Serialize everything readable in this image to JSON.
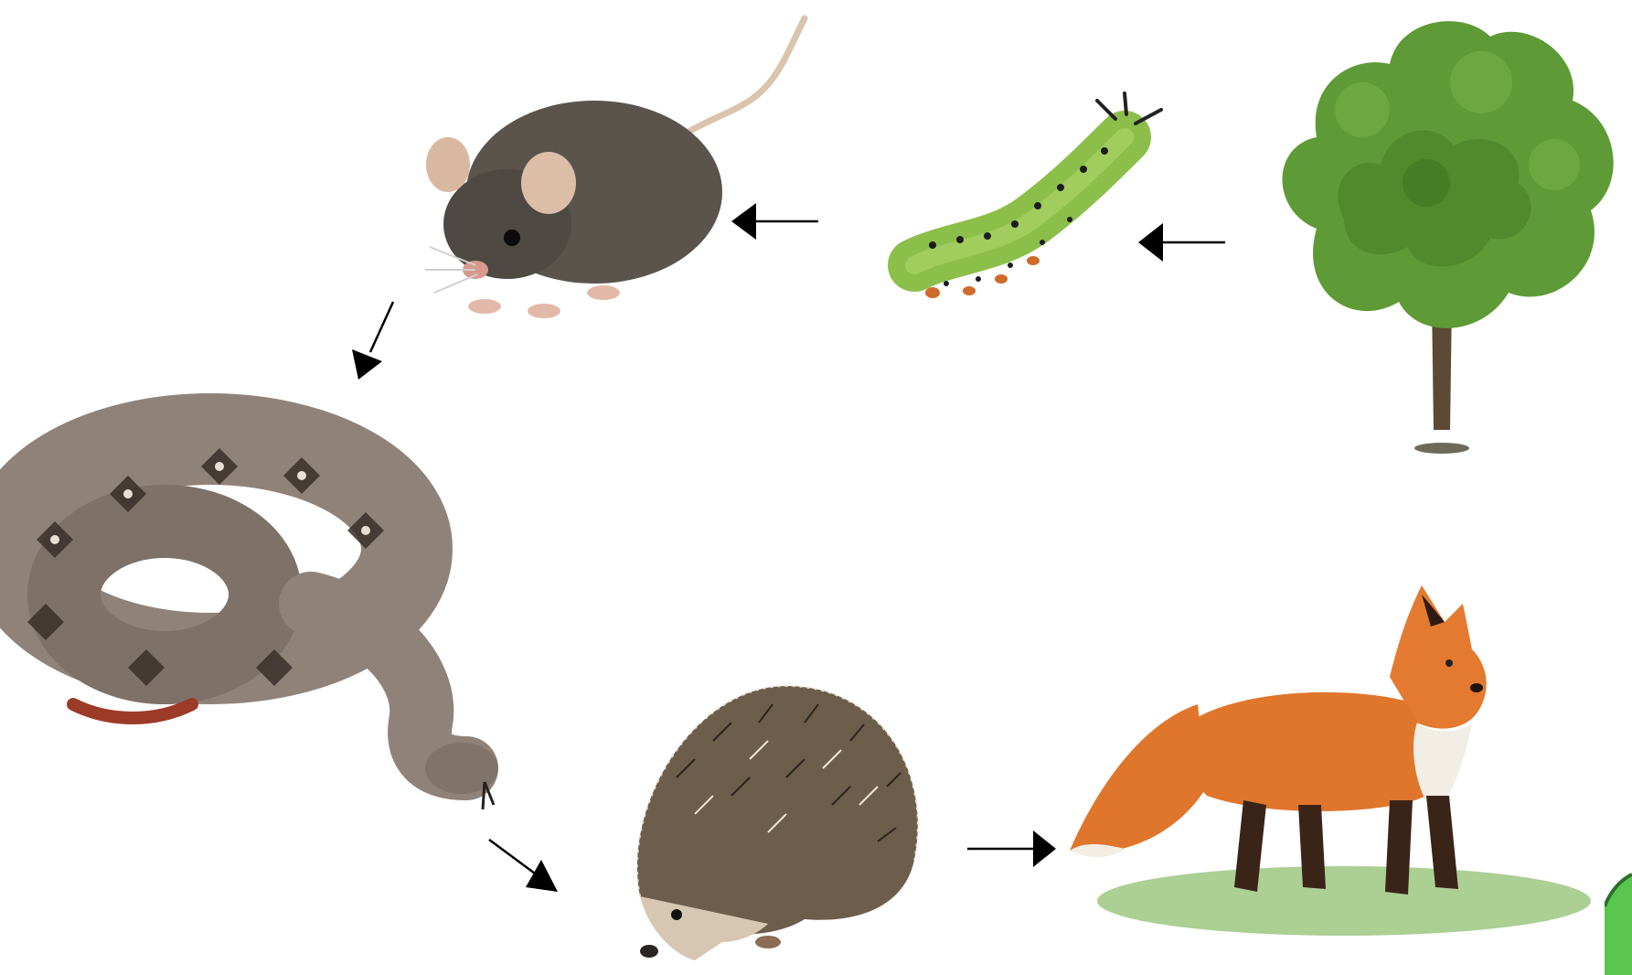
{
  "diagram": {
    "type": "food-chain",
    "title": "",
    "organisms": [
      {
        "id": "tree",
        "icon": "tree-icon",
        "color": "#5e9a36"
      },
      {
        "id": "caterpillar",
        "icon": "caterpillar-icon",
        "color": "#8cbf4a"
      },
      {
        "id": "mouse",
        "icon": "mouse-icon",
        "color": "#5a544d"
      },
      {
        "id": "snake",
        "icon": "snake-icon",
        "color": "#8f8379"
      },
      {
        "id": "hedgehog",
        "icon": "hedgehog-icon",
        "color": "#6d5e4c"
      },
      {
        "id": "fox",
        "icon": "fox-icon",
        "color": "#e0762c"
      }
    ],
    "links": [
      {
        "from": "tree",
        "to": "caterpillar"
      },
      {
        "from": "caterpillar",
        "to": "mouse"
      },
      {
        "from": "mouse",
        "to": "snake"
      },
      {
        "from": "snake",
        "to": "hedgehog"
      },
      {
        "from": "hedgehog",
        "to": "fox"
      }
    ],
    "arrow_color": "#000000"
  }
}
